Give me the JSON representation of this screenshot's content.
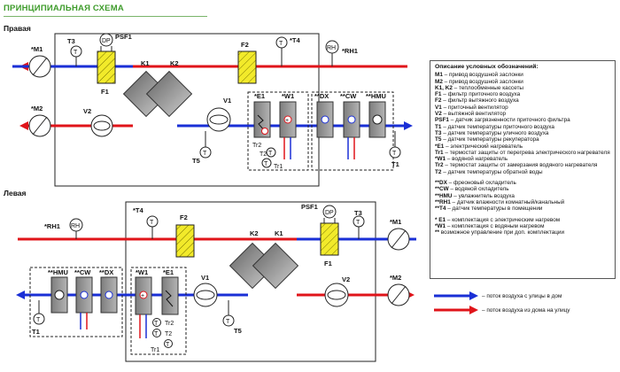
{
  "title": "ПРИНЦИПИАЛЬНАЯ СХЕМА",
  "right_section": {
    "label": "Правая",
    "labels": {
      "t3": "T3",
      "dp": "DP",
      "psf1": "PSF1",
      "k1": "K1",
      "k2": "K2",
      "f2": "F2",
      "t4": "*T4",
      "rh": "RH",
      "rh1": "*RH1",
      "m1": "*M1",
      "m2": "*M2",
      "f1": "F1",
      "v2": "V2",
      "v1": "V1",
      "e1": "*E1",
      "w1": "*W1",
      "dx": "**DX",
      "cw": "**CW",
      "hmu": "**HMU",
      "tr2": "Tr2",
      "t2": "T2",
      "tr1": "Tr1",
      "t5": "T5",
      "t1": "T1",
      "t": "T"
    }
  },
  "left_section": {
    "label": "Левая",
    "labels": {
      "rh1": "*RH1",
      "rh": "RH",
      "t4": "*T4",
      "f2": "F2",
      "psf1": "PSF1",
      "dp": "DP",
      "t3": "T3",
      "m1": "*M1",
      "k2": "K2",
      "k1": "K1",
      "hmu": "**HMU",
      "cw": "**CW",
      "dx": "**DX",
      "w1": "*W1",
      "e1": "*E1",
      "v1": "V1",
      "f1": "F1",
      "v2": "V2",
      "m2": "*M2",
      "t1": "T1",
      "tr2": "Tr2",
      "t2": "T2",
      "tr1": "Tr1",
      "t5": "T5",
      "t": "T"
    }
  },
  "legend": {
    "heading": "Описание условных обозначений:",
    "items": [
      {
        "code": "M1",
        "text": " – привод воздушной заслонки"
      },
      {
        "code": "M2",
        "text": " – привод воздушной заслонки"
      },
      {
        "code": "K1, K2",
        "text": " – теплообменные кассеты"
      },
      {
        "code": "F1",
        "text": " – фильтр приточного воздуха"
      },
      {
        "code": "F2",
        "text": " – фильтр вытяжного воздуха"
      },
      {
        "code": "V1",
        "text": " – приточный вентилятор"
      },
      {
        "code": "V2",
        "text": " – вытяжной вентилятор"
      },
      {
        "code": "PSF1",
        "text": " – датчик загрязненности приточного фильтра"
      },
      {
        "code": "T1",
        "text": " – датчик температуры приточного воздуха"
      },
      {
        "code": "T3",
        "text": " – датчик температуры уличного воздуха"
      },
      {
        "code": "T5",
        "text": " – датчик температуры рекуператора"
      },
      {
        "code": "*E1",
        "text": " – электрический нагреватель"
      },
      {
        "code": "Tr1",
        "text": " – термостат защиты от перегрева электрического нагревателя"
      },
      {
        "code": "*W1",
        "text": " – водяной нагреватель"
      },
      {
        "code": "Tr2",
        "text": " – термостат защиты от замерзания водяного нагревателя"
      },
      {
        "code": "T2",
        "text": " – датчик температуры обратной воды"
      }
    ],
    "items2": [
      {
        "code": "**DX",
        "text": " – фреоновый охладитель"
      },
      {
        "code": "**CW",
        "text": " – водяной охладитель"
      },
      {
        "code": "**HMU",
        "text": " – увлажнитель воздуха"
      },
      {
        "code": "**RH1",
        "text": " – датчик влажности комнатный/канальный"
      },
      {
        "code": "**T4",
        "text": " – датчик температуры в помещении"
      }
    ],
    "notes": [
      {
        "code": "* E1",
        "text": " – комплектация с электрическим нагревом"
      },
      {
        "code": "*W1",
        "text": " – комплектация с водяным нагревом"
      },
      {
        "code": "**",
        "text": " возможное управление при доп. комплектации"
      }
    ]
  },
  "flows": {
    "supply": "– поток воздуха с улицы в дом",
    "exhaust": "– поток воздуха из дома на улицу"
  },
  "colors": {
    "supply": "#1a2fd6",
    "exhaust": "#e0141a",
    "filter": "#f2ea2a",
    "box": "#9a9a9a",
    "title": "#3f9c2c"
  }
}
